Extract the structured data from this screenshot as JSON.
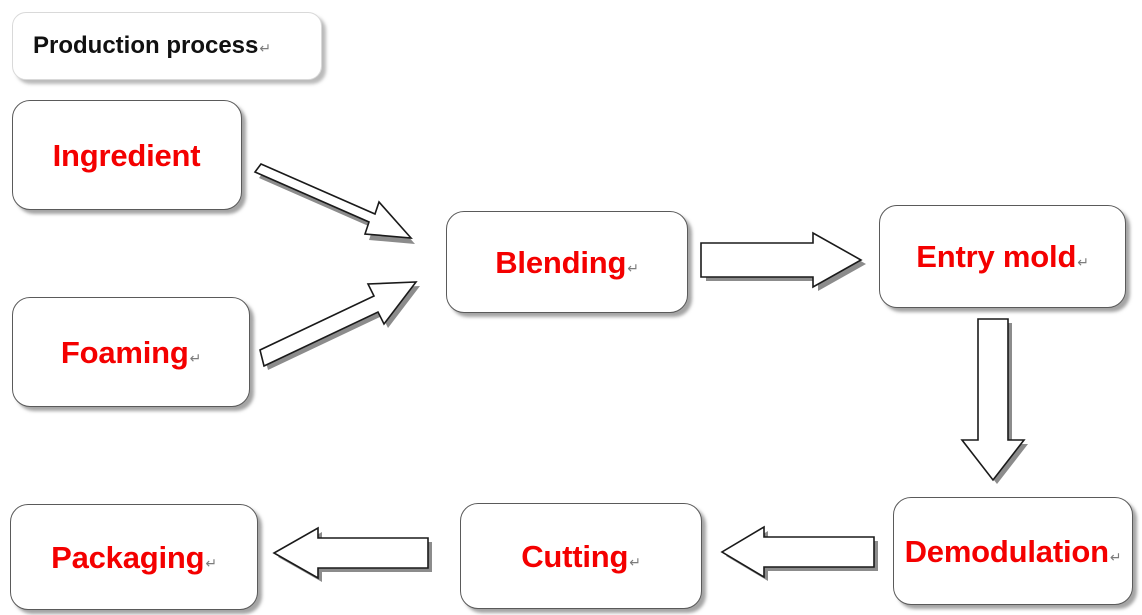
{
  "diagram": {
    "title_box": {
      "text": "Production process",
      "pilcrow": "↵"
    },
    "text_color_red": "#f40000",
    "text_color_title": "#111111",
    "box_border_color": "#5a5a5a",
    "background": "#ffffff",
    "nodes": [
      {
        "id": "ingredient",
        "label": "Ingredient",
        "pilcrow": ""
      },
      {
        "id": "foaming",
        "label": "Foaming",
        "pilcrow": "↵"
      },
      {
        "id": "blending",
        "label": "Blending",
        "pilcrow": "↵"
      },
      {
        "id": "entry-mold",
        "label": "Entry mold",
        "pilcrow": "↵"
      },
      {
        "id": "demodulation",
        "label": "Demodulation",
        "pilcrow": "↵"
      },
      {
        "id": "cutting",
        "label": "Cutting",
        "pilcrow": "↵"
      },
      {
        "id": "packaging",
        "label": "Packaging",
        "pilcrow": "↵"
      }
    ],
    "connections": [
      {
        "from": "Ingredient",
        "to": "Blending",
        "direction": "down-right"
      },
      {
        "from": "Foaming",
        "to": "Blending",
        "direction": "up-right"
      },
      {
        "from": "Blending",
        "to": "Entry mold",
        "direction": "right"
      },
      {
        "from": "Entry mold",
        "to": "Demodulation",
        "direction": "down"
      },
      {
        "from": "Demodulation",
        "to": "Cutting",
        "direction": "left"
      },
      {
        "from": "Cutting",
        "to": "Packaging",
        "direction": "left"
      }
    ]
  }
}
